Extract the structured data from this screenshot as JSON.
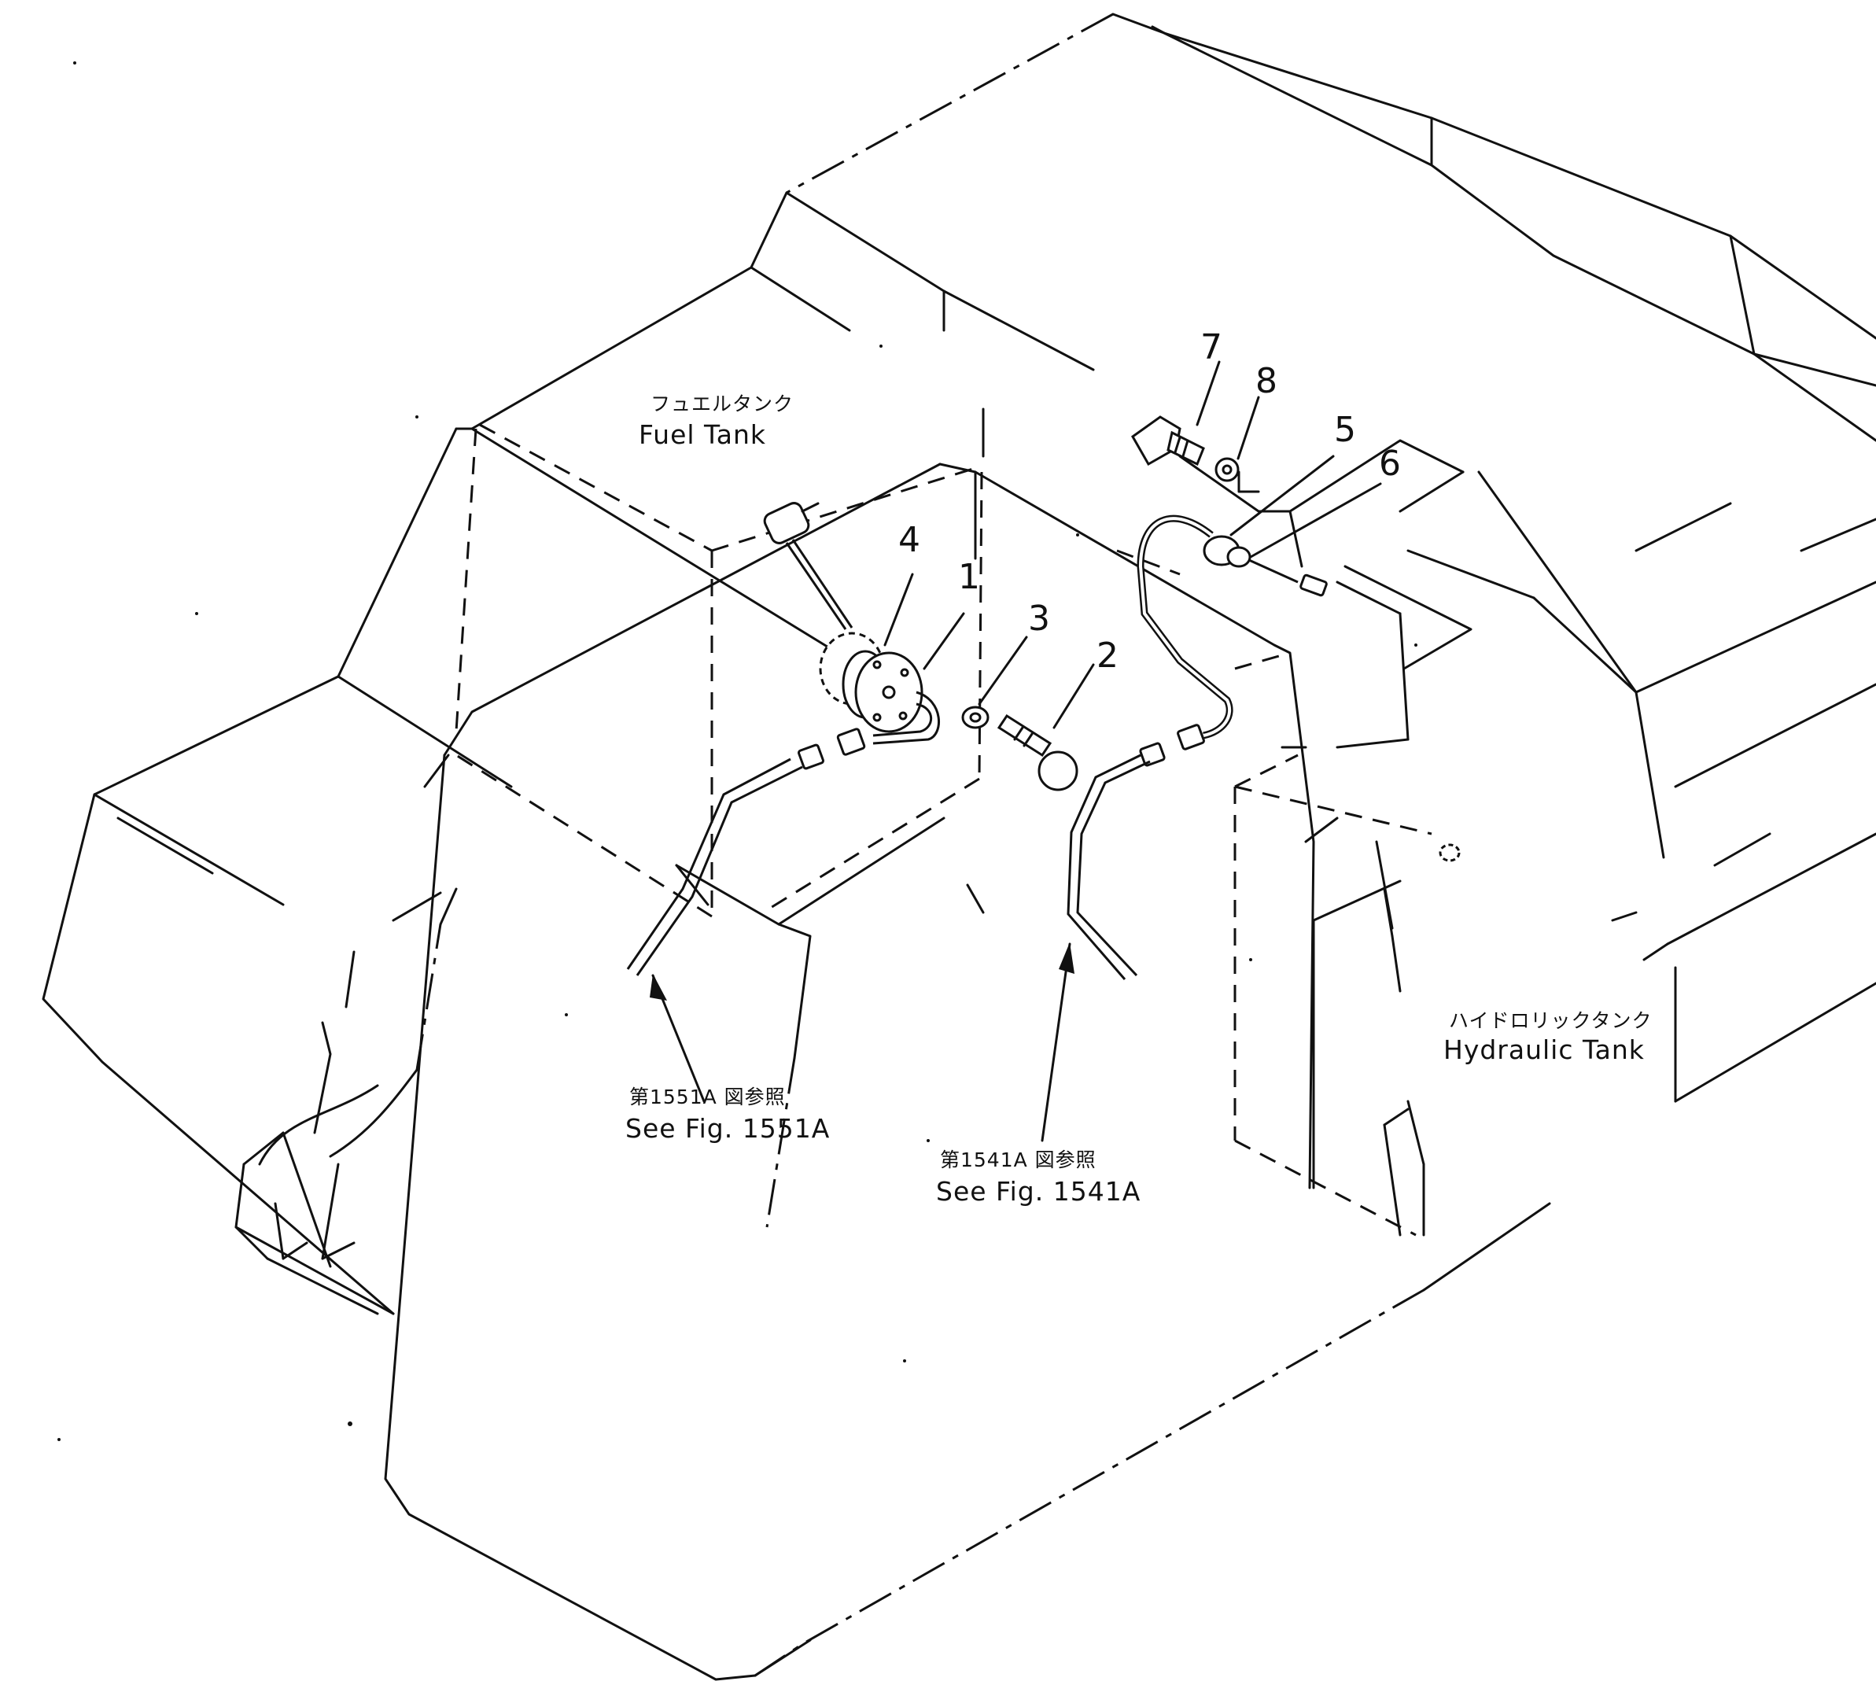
{
  "callouts": {
    "p1": "1",
    "p2": "2",
    "p3": "3",
    "p4": "4",
    "p5": "5",
    "p6": "6",
    "p7": "7",
    "p8": "8"
  },
  "labels": {
    "fuel_tank_jp": "フュエルタンク",
    "fuel_tank_en": "Fuel  Tank",
    "hydraulic_tank_jp": "ハイドロリックタンク",
    "hydraulic_tank_en": "Hydraulic  Tank",
    "ref_1551_jp": "第1551A 図参照",
    "ref_1551_en": "See Fig. 1551A",
    "ref_1541_jp": "第1541A 図参照",
    "ref_1541_en": "See Fig. 1541A"
  }
}
